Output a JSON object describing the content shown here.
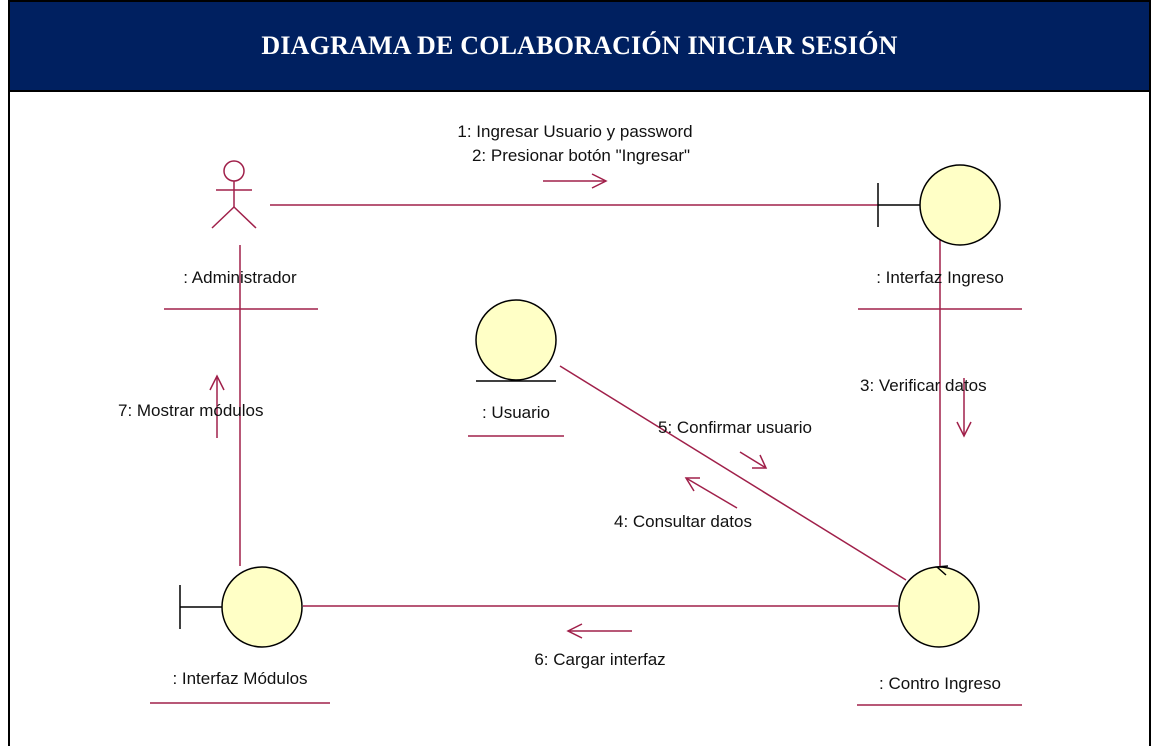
{
  "title": "DIAGRAMA DE COLABORACIÓN INICIAR SESIÓN",
  "colors": {
    "header_bg": "#002060",
    "line": "#a0204a",
    "object_fill": "#ffffc6",
    "object_stroke": "#000000"
  },
  "objects": {
    "administrador": ": Administrador",
    "interfaz_ingreso": ": Interfaz Ingreso",
    "usuario": ": Usuario",
    "interfaz_modulos": ": Interfaz Módulos",
    "control_ingreso": ": Contro Ingreso"
  },
  "messages": {
    "m1": "1: Ingresar Usuario y password",
    "m2": "2: Presionar botón \"Ingresar\"",
    "m3": "3: Verificar datos",
    "m4": "4: Consultar datos",
    "m5": "5: Confirmar usuario",
    "m6": "6: Cargar interfaz",
    "m7": "7: Mostrar módulos"
  }
}
